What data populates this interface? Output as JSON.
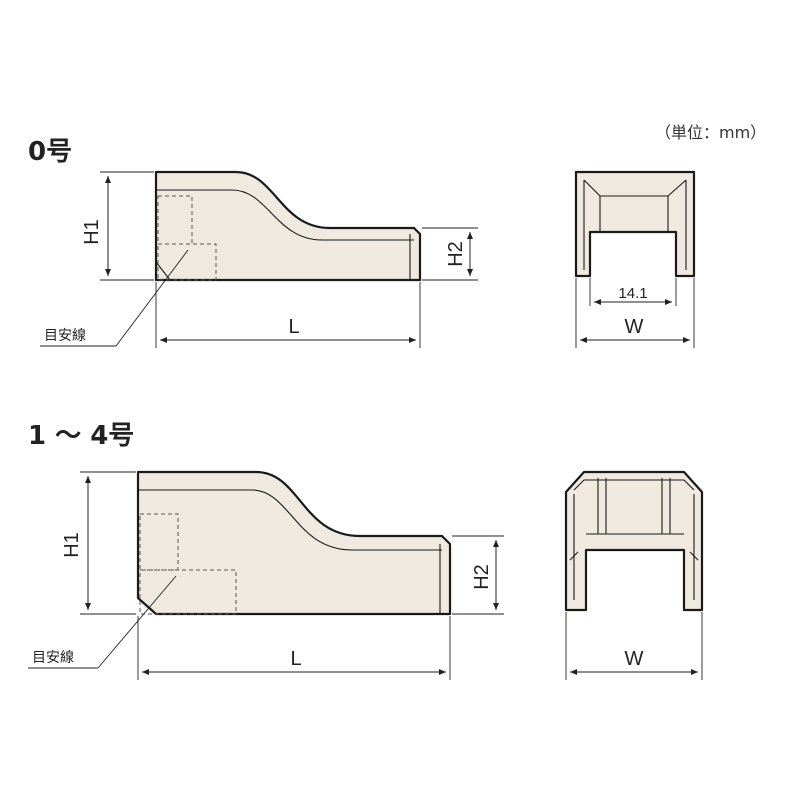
{
  "unit_label": "（単位：mm）",
  "section_0": {
    "title": "0号",
    "dim_h1": "H1",
    "dim_h2": "H2",
    "dim_l": "L",
    "dim_w": "W",
    "dim_inner": "14.1",
    "guide_note": "目安線"
  },
  "section_1_4": {
    "title": "1 ～ 4号",
    "dim_h1": "H1",
    "dim_h2": "H2",
    "dim_l": "L",
    "dim_w": "W",
    "guide_note": "目安線"
  },
  "colors": {
    "fill": "#efe9df",
    "stroke": "#1a1a1a"
  }
}
